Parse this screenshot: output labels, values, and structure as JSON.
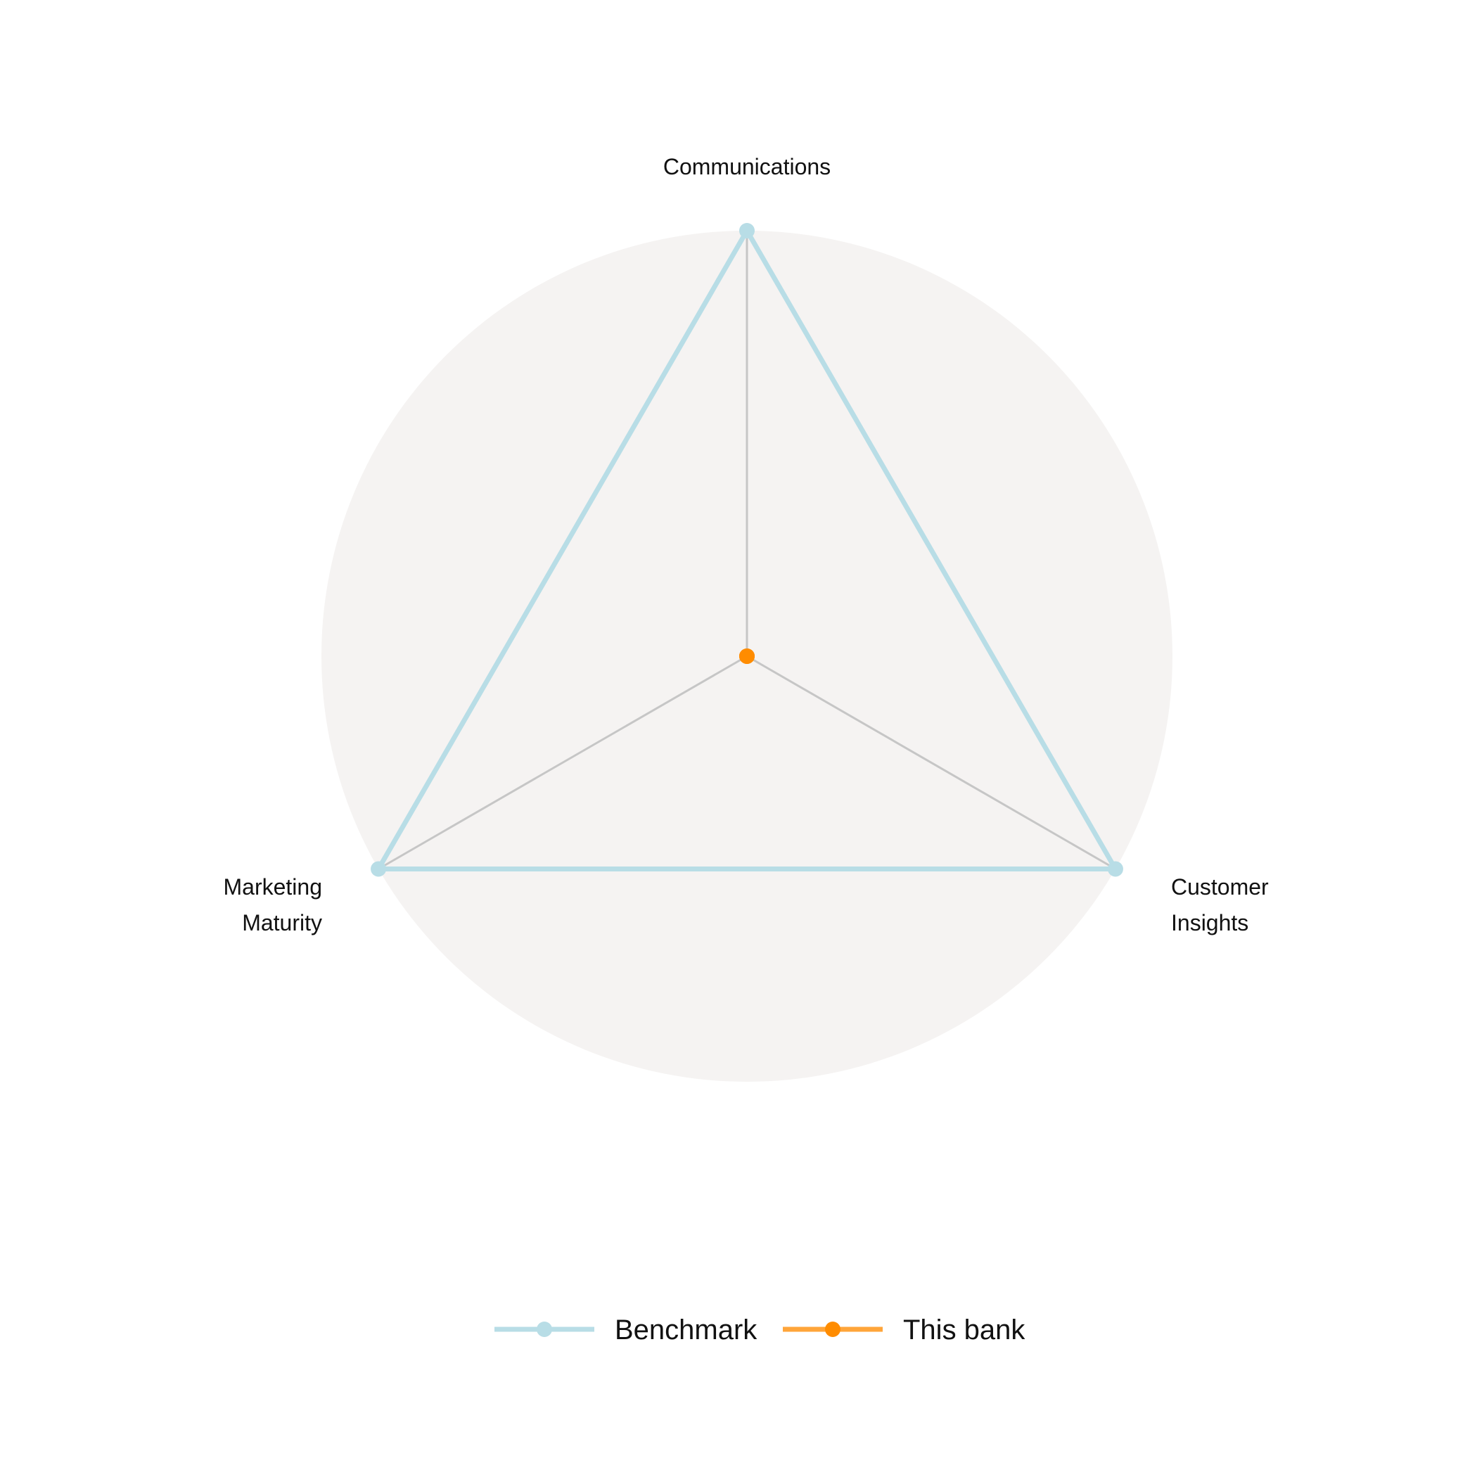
{
  "chart_data": {
    "type": "radar",
    "axes": [
      "Communications",
      "Customer Insights",
      "Marketing Maturity"
    ],
    "axis_label_lines": [
      [
        "Communications"
      ],
      [
        "Customer",
        "Insights"
      ],
      [
        "Marketing",
        "Maturity"
      ]
    ],
    "rlim": [
      0,
      1
    ],
    "grid": false,
    "legend_position": "bottom",
    "series": [
      {
        "name": "Benchmark",
        "values": [
          1,
          1,
          1
        ]
      },
      {
        "name": "This bank",
        "values": [
          0,
          0,
          0
        ]
      }
    ]
  },
  "colors": {
    "background_disc": "#f5f3f2",
    "spoke": "#c6c6c6",
    "benchmark": "#b8dde6",
    "this_bank_line": "#ffa53a",
    "this_bank_marker": "#ff8c00"
  }
}
